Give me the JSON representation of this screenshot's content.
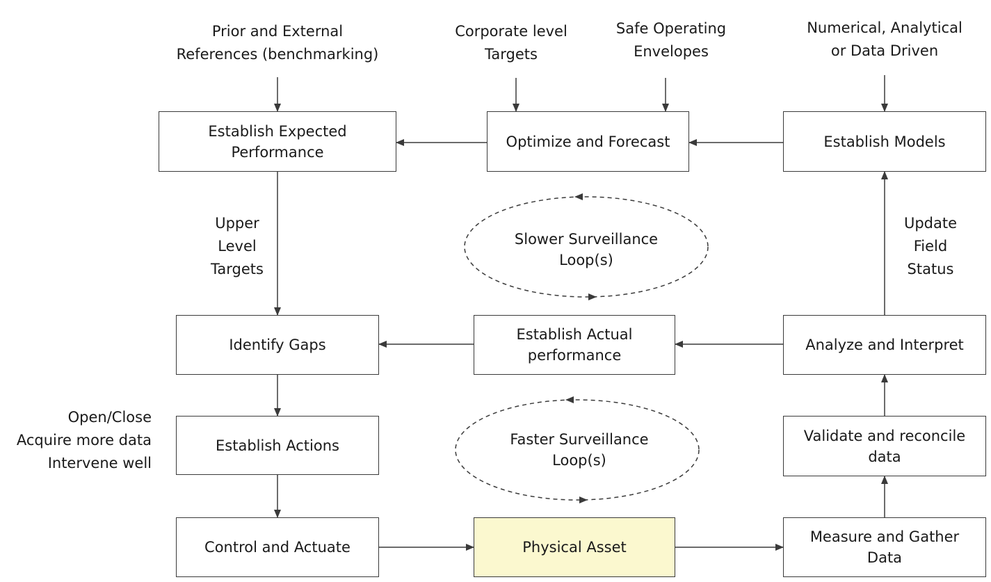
{
  "colors": {
    "line": "#3a3a3a",
    "box_border": "#3a3a3a",
    "highlight_fill": "#fbf8cf",
    "background": "#ffffff"
  },
  "boxes": {
    "expected_performance": "Establish Expected\nPerformance",
    "optimize_forecast": "Optimize and Forecast",
    "establish_models": "Establish Models",
    "identify_gaps": "Identify Gaps",
    "actual_performance": "Establish Actual\nperformance",
    "analyze_interpret": "Analyze and Interpret",
    "establish_actions": "Establish Actions",
    "validate_reconcile": "Validate and reconcile\ndata",
    "control_actuate": "Control and Actuate",
    "physical_asset": "Physical Asset",
    "measure_gather": "Measure and Gather\nData"
  },
  "inputs": {
    "prior_external": "Prior and External\nReferences (benchmarking)",
    "corporate_targets": "Corporate level\nTargets",
    "safe_envelopes": "Safe Operating\nEnvelopes",
    "numerical_models": "Numerical, Analytical\nor Data Driven"
  },
  "edge_labels": {
    "upper_targets": "Upper\nLevel\nTargets",
    "update_status": "Update\nField\nStatus",
    "actions_list": "Open/Close\nAcquire more data\nIntervene well"
  },
  "loops": {
    "slower": "Slower Surveillance\nLoop(s)",
    "faster": "Faster Surveillance\nLoop(s)"
  }
}
